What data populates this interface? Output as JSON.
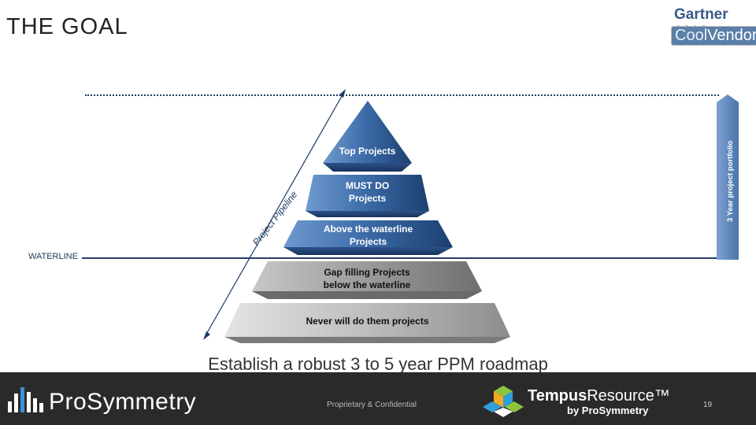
{
  "title": "THE GOAL",
  "gartner_logo": {
    "line1": "Gartner",
    "year": "2016",
    "line2_a": "Cool",
    "line2_b": "Vendor"
  },
  "waterline_label": "WATERLINE",
  "portfolio_label": "3 Year project portfolio",
  "pipeline_label": "Project Pipeline",
  "tiers": [
    {
      "label": "Top Projects",
      "color": "#3d6ea8"
    },
    {
      "label": "MUST DO\nProjects",
      "color": "#3d6ea8"
    },
    {
      "label": "Above the waterline\nProjects",
      "color": "#3d6ea8"
    },
    {
      "label": "Gap filling Projects\nbelow the waterline",
      "color": "#9a9a9a"
    },
    {
      "label": "Never will do them projects",
      "color": "#b5b5b5"
    }
  ],
  "goal_text": "Establish a robust 3 to 5 year PPM roadmap",
  "footer": {
    "brand": "ProSymmetry",
    "confidential": "Proprietary & Confidential",
    "tempus_name": "Tempus",
    "tempus_resource": "Resource™",
    "tempus_by": "by ProSymmetry",
    "page_number": "19"
  },
  "colors": {
    "navy": "#1f3b66",
    "blue_tier": "#3d6ea8",
    "footer_bg": "#2a2a2a",
    "side_bar": "#5a7fb0"
  }
}
